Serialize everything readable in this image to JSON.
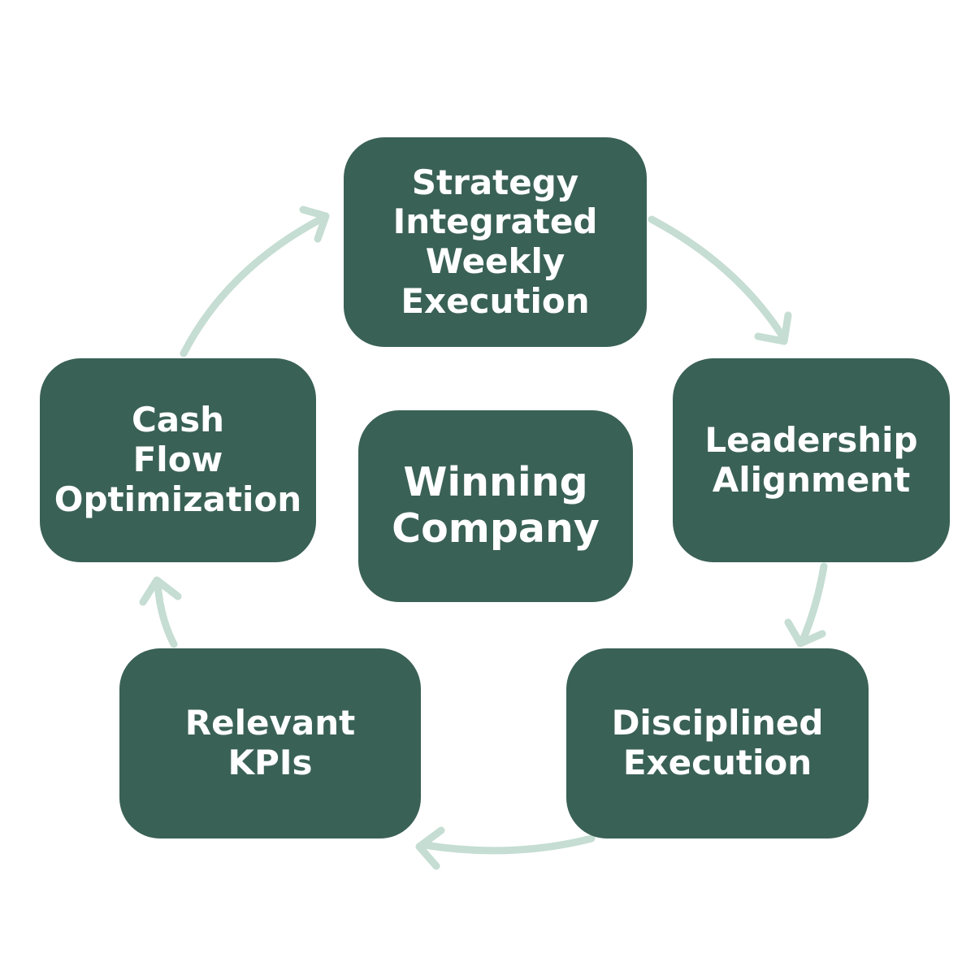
{
  "colors": {
    "box_fill": "#3a6156",
    "box_text": "#ffffff",
    "arrow": "#c5ddd2",
    "background": "#ffffff"
  },
  "nodes": {
    "strategy": "Strategy\nIntegrated\nWeekly\nExecution",
    "leadership": "Leadership\nAlignment",
    "disciplined": "Disciplined\nExecution",
    "kpis": "Relevant\nKPIs",
    "cash": "Cash\nFlow\nOptimization",
    "center": "Winning\nCompany"
  },
  "cycle_order": [
    "strategy",
    "leadership",
    "disciplined",
    "kpis",
    "cash"
  ]
}
